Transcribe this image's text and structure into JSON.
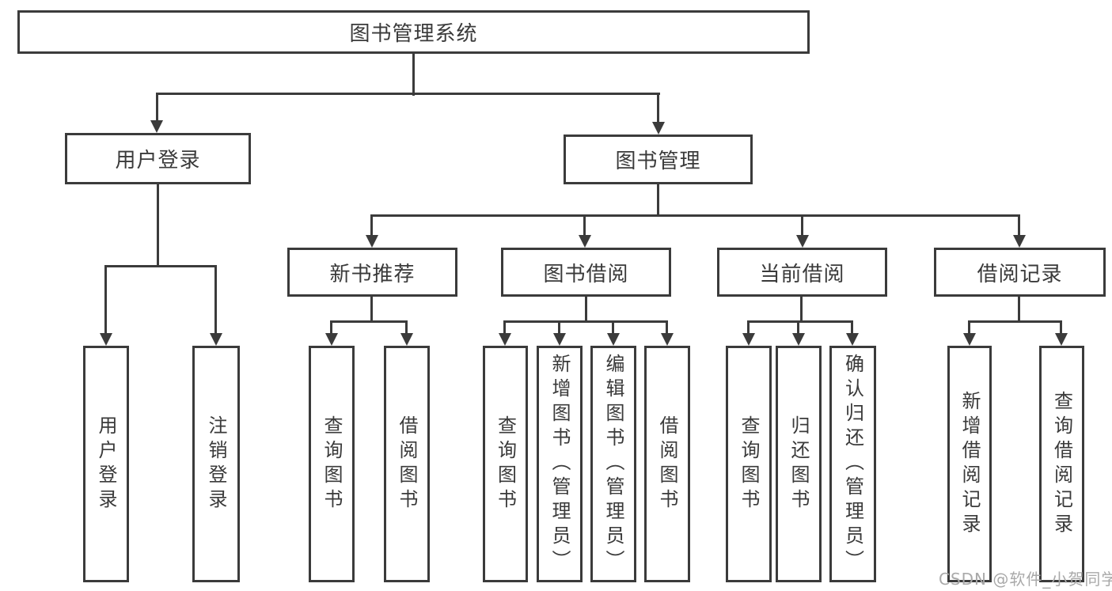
{
  "colors": {
    "line": "#3b3b3b",
    "text": "#3a3a3a",
    "box_background": "#ffffff",
    "watermark": "#a9a9a9"
  },
  "nodes": {
    "root": "图书管理系统",
    "user_login": "用户登录",
    "book_management": "图书管理",
    "new_book_recommend": "新书推荐",
    "book_borrow": "图书借阅",
    "current_borrow": "当前借阅",
    "borrow_records": "借阅记录",
    "g1_user_login": "用户登录",
    "g1_logout": "注销登录",
    "g2_query_books": "查询图书",
    "g2_borrow_books": "借阅图书",
    "g3_query_books": "查询图书",
    "g3_add_books_admin": "新增图书（管理员）",
    "g3_edit_books_admin": "编辑图书（管理员）",
    "g3_borrow_books": "借阅图书",
    "g4_query_books": "查询图书",
    "g4_return_books": "归还图书",
    "g4_confirm_return_admin": "确认归还（管理员）",
    "g5_add_borrow_record": "新增借阅记录",
    "g5_query_borrow_record": "查询借阅记录"
  },
  "watermark": "CSDN @软件_小贺同学"
}
